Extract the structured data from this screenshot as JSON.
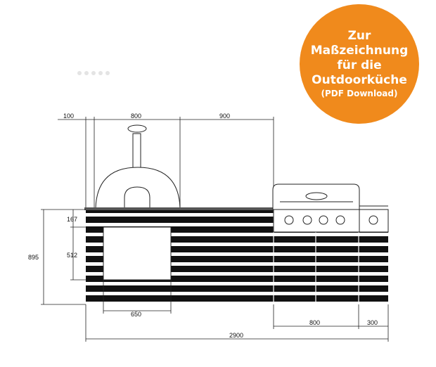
{
  "badge": {
    "line1": "Zur",
    "line2": "Maßzeichnung",
    "line3": "für die",
    "line4": "Outdoorküche",
    "line5": "(PDF Download)",
    "color": "#f08a1c"
  },
  "dimensions": {
    "d100": "100",
    "d800_top": "800",
    "d900": "900",
    "d167": "167",
    "d512": "512",
    "d895": "895",
    "d650": "650",
    "d800_bottom": "800",
    "d300": "300",
    "d2900": "2900"
  }
}
